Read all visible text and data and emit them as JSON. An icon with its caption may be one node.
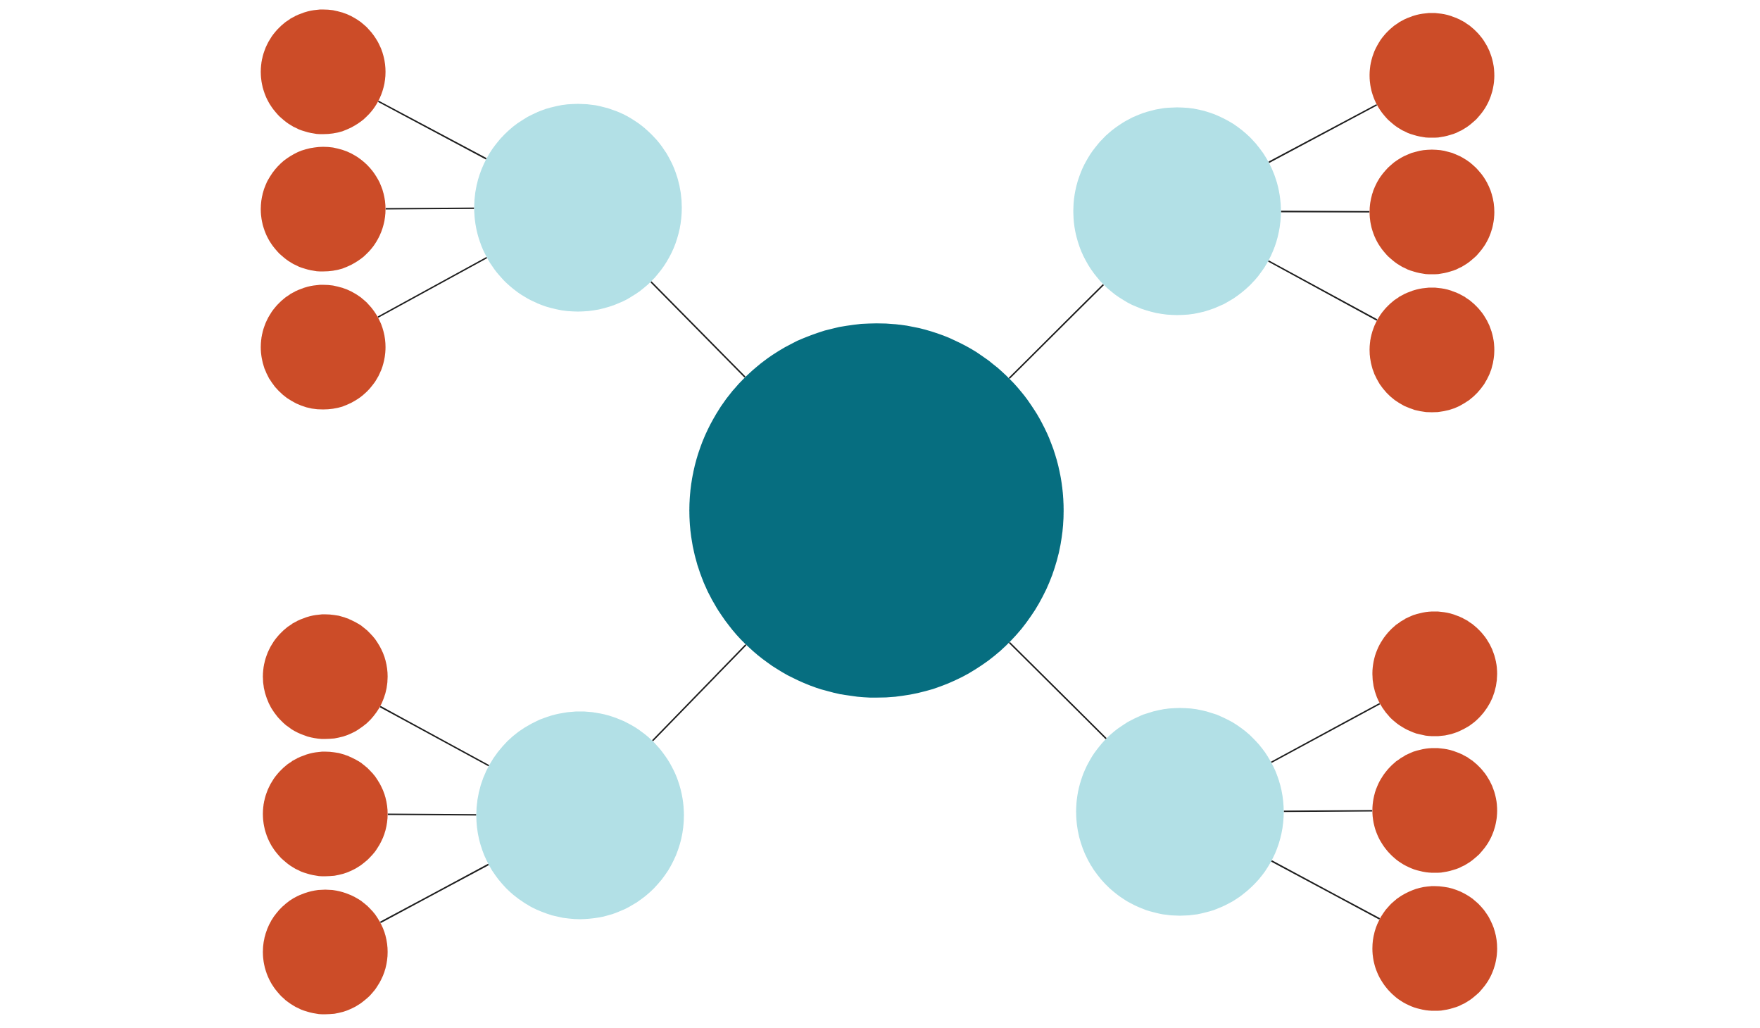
{
  "diagram": {
    "nodes": [
      {
        "text": [],
        "shape": "circle"
      },
      {
        "text": [],
        "shape": "circle"
      },
      {
        "text": [],
        "shape": "circle"
      },
      {
        "text": [],
        "shape": "circle"
      },
      {
        "text": [],
        "shape": "circle"
      },
      {
        "text": [],
        "shape": "circle"
      },
      {
        "text": [],
        "shape": "circle"
      },
      {
        "text": [],
        "shape": "circle"
      },
      {
        "text": [],
        "shape": "circle"
      },
      {
        "text": [],
        "shape": "circle"
      },
      {
        "text": [],
        "shape": "circle"
      },
      {
        "text": [],
        "shape": "circle"
      },
      {
        "text": [],
        "shape": "circle"
      },
      {
        "text": [],
        "shape": "circle"
      },
      {
        "text": [],
        "shape": "circle"
      },
      {
        "text": [],
        "shape": "circle"
      },
      {
        "text": [],
        "shape": "circle"
      }
    ],
    "edges": [
      {
        "from": 8,
        "to": 3,
        "arrow": "none"
      },
      {
        "from": 8,
        "to": 4,
        "arrow": "none"
      },
      {
        "from": 8,
        "to": 12,
        "arrow": "none"
      },
      {
        "from": 8,
        "to": 13,
        "arrow": "none"
      },
      {
        "from": 3,
        "to": 0,
        "arrow": "none"
      },
      {
        "from": 3,
        "to": 2,
        "arrow": "none"
      },
      {
        "from": 3,
        "to": 6,
        "arrow": "none"
      },
      {
        "from": 4,
        "to": 1,
        "arrow": "none"
      },
      {
        "from": 4,
        "to": 5,
        "arrow": "none"
      },
      {
        "from": 4,
        "to": 7,
        "arrow": "none"
      },
      {
        "from": 12,
        "to": 9,
        "arrow": "none"
      },
      {
        "from": 12,
        "to": 11,
        "arrow": "none"
      },
      {
        "from": 12,
        "to": 15,
        "arrow": "none"
      },
      {
        "from": 13,
        "to": 10,
        "arrow": "none"
      },
      {
        "from": 13,
        "to": 14,
        "arrow": "none"
      },
      {
        "from": 13,
        "to": 16,
        "arrow": "none"
      }
    ]
  }
}
